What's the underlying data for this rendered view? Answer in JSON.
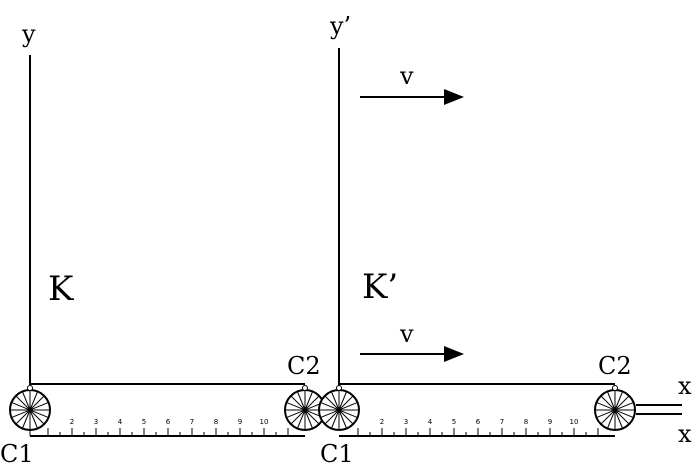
{
  "frame_k": {
    "axis_y_label": "y",
    "frame_label": "K",
    "clock_left_label": "C1",
    "clock_right_label": "C2",
    "ruler_ticks": [
      "2",
      "3",
      "4",
      "5",
      "6",
      "7",
      "8",
      "9",
      "10"
    ]
  },
  "frame_k_prime": {
    "axis_y_label": "y’",
    "frame_label": "K’",
    "clock_left_label": "C1",
    "clock_right_label": "C2",
    "velocity_top_label": "v",
    "velocity_bottom_label": "v",
    "ruler_ticks": [
      "2",
      "3",
      "4",
      "5",
      "6",
      "7",
      "8",
      "9",
      "10"
    ]
  },
  "axes": {
    "x_upper_label": "x",
    "x_lower_label": "x"
  },
  "colors": {
    "ink": "#000000",
    "background": "#ffffff"
  }
}
